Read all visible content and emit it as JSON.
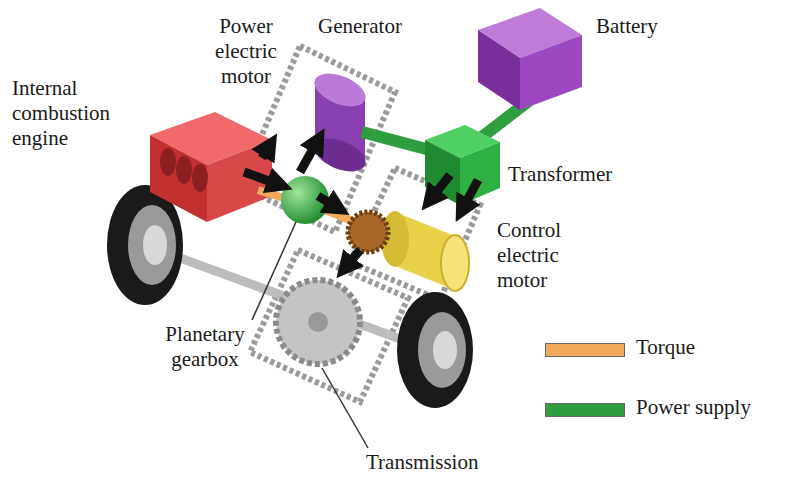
{
  "diagram": {
    "labels": [
      "Power electric motor",
      "Generator",
      "Battery",
      "Internal combustion engine",
      "Transformer",
      "Control electric motor",
      "Planetary gearbox",
      "Transmission"
    ],
    "legend": [
      {
        "text": "Torque",
        "color": "#f2a95c"
      },
      {
        "text": "Power supply",
        "color": "#2e9e3e"
      }
    ]
  }
}
